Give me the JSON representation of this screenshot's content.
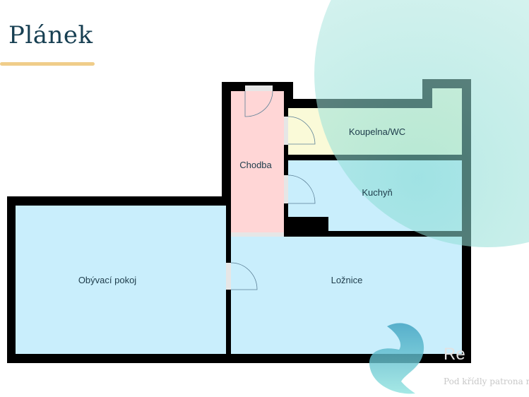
{
  "header": {
    "title": "Plánek"
  },
  "rooms": {
    "chodba": "Chodba",
    "koupelna": "Koupelna/WC",
    "kuchyn": "Kuchyň",
    "obyvaci": "Obývací pokoj",
    "loznice": "Ložnice"
  },
  "logo": {
    "mark": "Re",
    "tagline": "Pod křídly patrona m"
  },
  "colors": {
    "living": "#c9eefc",
    "hall": "#ffd6d6",
    "bath": "#fafad8",
    "wall": "#000000",
    "accent": "#f0cd8a",
    "title": "#173f52"
  }
}
